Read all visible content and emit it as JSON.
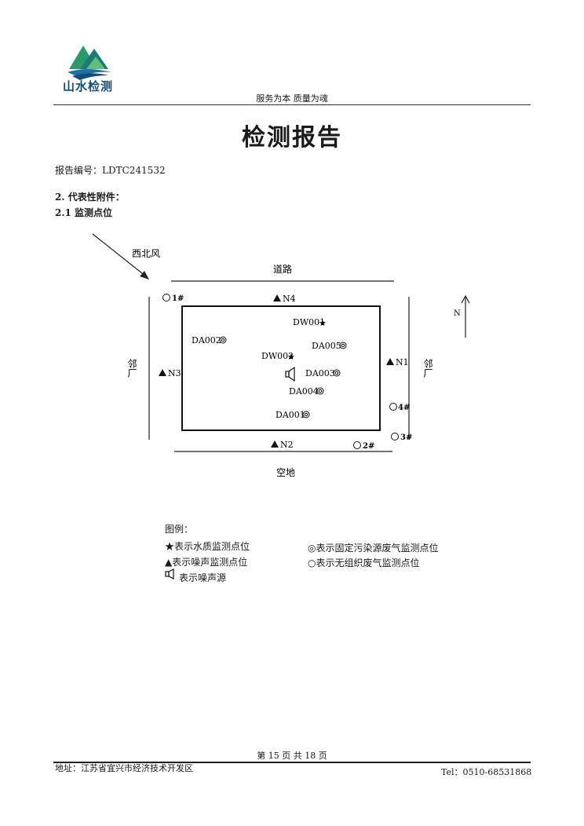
{
  "header": {
    "logo_text": "山水检测",
    "slogan": "服务为本  质量为魂"
  },
  "title": "检测报告",
  "report_number": "报告编号：LDTC241532",
  "section": {
    "heading": "2. 代表性附件：",
    "subheading": "2.1 监测点位"
  },
  "diagram": {
    "wind_label": "西北风",
    "north_label": "N",
    "top_road": "道路",
    "bottom_label": "空地",
    "left_neighbor": "邻厂",
    "right_neighbor": "邻厂",
    "noise_points": [
      "N1",
      "N2",
      "N3",
      "N4"
    ],
    "unorganized_points": [
      "1#",
      "2#",
      "3#",
      "4#"
    ],
    "water_points": [
      "DW001",
      "DW002"
    ],
    "exhaust_points": [
      "DA001",
      "DA002",
      "DA003",
      "DA004",
      "DA005"
    ]
  },
  "legend": {
    "title": "图例：",
    "items": [
      "★表示水质监测点位",
      "◎表示固定污染源废气监测点位",
      "▲表示噪声监测点位",
      "○表示无组织废气监测点位",
      "表示噪声源"
    ]
  },
  "footer": {
    "page": "第 15 页  共 18 页",
    "address": "地址：江苏省宜兴市经济技术开发区",
    "tel": "Tel：0510-68531868"
  },
  "colors": {
    "logo_blue": "#0f4f7a",
    "logo_green": "#3aa86b",
    "logo_teal": "#1f8c8c"
  }
}
